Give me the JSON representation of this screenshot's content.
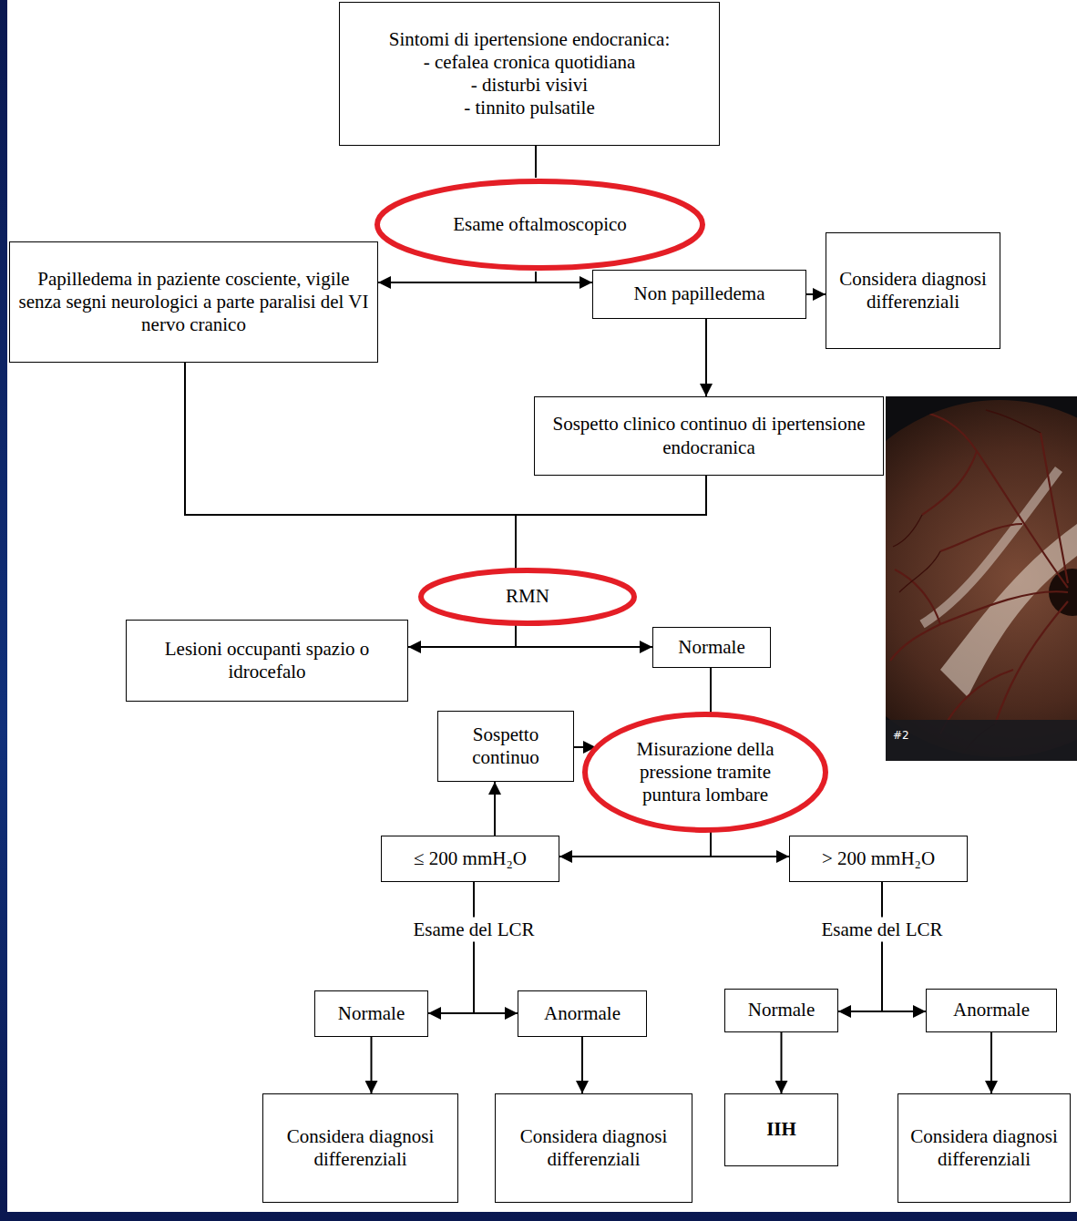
{
  "diagram": {
    "nodes": [
      {
        "text": [
          "Sintomi di ipertensione endocranica:",
          "- cefalea cronica quotidiana",
          "- disturbi visivi",
          "- tinnito pulsatile"
        ]
      },
      {
        "text": [
          "Esame oftalmoscopico"
        ]
      },
      {
        "text": [
          "Papilledema in paziente cosciente, vigile senza segni neurologici a parte paralisi del VI nervo cranico"
        ]
      },
      {
        "text": [
          "Non papilledema"
        ]
      },
      {
        "text": [
          "Considera diagnosi differenziali"
        ]
      },
      {
        "text": [
          "Sospetto clinico continuo di ipertensione endocranica"
        ]
      },
      {
        "text": [
          "RMN"
        ]
      },
      {
        "text": [
          "Lesioni occupanti spazio o idrocefalo"
        ]
      },
      {
        "text": [
          "Normale"
        ]
      },
      {
        "text": [
          "Sospetto continuo"
        ]
      },
      {
        "text": [
          "Misurazione della pressione tramite puntura lombare"
        ]
      },
      {
        "text": [
          "≤ 200 mmH₂O"
        ]
      },
      {
        "text": [
          "> 200 mmH₂O"
        ]
      },
      {
        "text": [
          "Normale"
        ]
      },
      {
        "text": [
          "Anormale"
        ]
      },
      {
        "text": [
          "Normale"
        ]
      },
      {
        "text": [
          "Anormale"
        ]
      },
      {
        "text": [
          "Considera diagnosi differenziali"
        ]
      },
      {
        "text": [
          "Considera diagnosi differenziali"
        ]
      },
      {
        "text": [
          "IIH"
        ]
      },
      {
        "text": [
          "Considera diagnosi differenziali"
        ]
      }
    ],
    "edges": [
      {
        "from": 0,
        "to": 1,
        "arrow": "none"
      },
      {
        "from": 1,
        "to": 2,
        "arrow": "to"
      },
      {
        "from": 1,
        "to": 3,
        "arrow": "to"
      },
      {
        "from": 3,
        "to": 4,
        "arrow": "to"
      },
      {
        "from": 3,
        "to": 5,
        "arrow": "to"
      },
      {
        "from": 2,
        "to": 6,
        "arrow": "none"
      },
      {
        "from": 5,
        "to": 6,
        "arrow": "none"
      },
      {
        "from": 6,
        "to": 7,
        "arrow": "to"
      },
      {
        "from": 6,
        "to": 8,
        "arrow": "to"
      },
      {
        "from": 8,
        "to": 10,
        "arrow": "none"
      },
      {
        "from": 9,
        "to": 10,
        "arrow": "to"
      },
      {
        "from": 10,
        "to": 11,
        "arrow": "to"
      },
      {
        "from": 10,
        "to": 12,
        "arrow": "to"
      },
      {
        "from": 11,
        "to": 9,
        "arrow": "to"
      },
      {
        "from": 11,
        "to": 13,
        "arrow": "to"
      },
      {
        "from": 11,
        "to": 14,
        "arrow": "to"
      },
      {
        "from": 12,
        "to": 15,
        "arrow": "to"
      },
      {
        "from": 12,
        "to": 16,
        "arrow": "to"
      },
      {
        "from": 13,
        "to": 17,
        "arrow": "to"
      },
      {
        "from": 14,
        "to": 18,
        "arrow": "to"
      },
      {
        "from": 15,
        "to": 19,
        "arrow": "to"
      },
      {
        "from": 16,
        "to": 20,
        "arrow": "to"
      }
    ],
    "labels": [
      "Esame del LCR",
      "Esame del LCR",
      "#2"
    ]
  }
}
